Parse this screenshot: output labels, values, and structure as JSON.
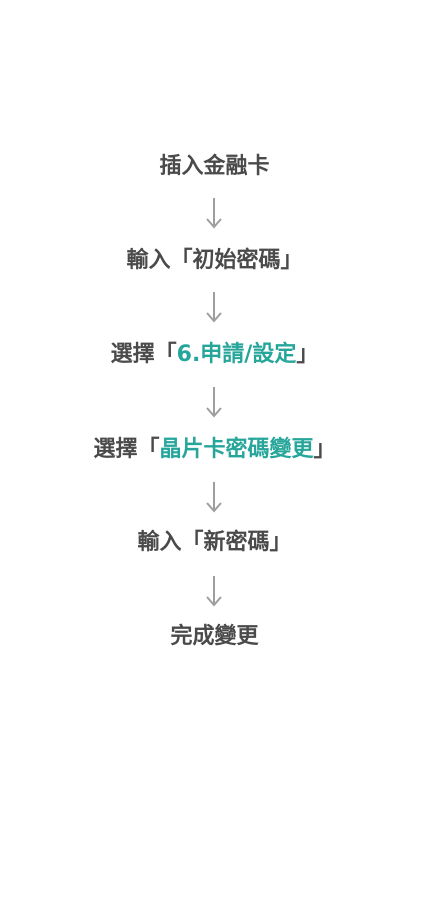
{
  "steps": [
    {
      "prefix": "插入金融卡",
      "highlight": "",
      "suffix": ""
    },
    {
      "prefix": "輸入「初始密碼」",
      "highlight": "",
      "suffix": ""
    },
    {
      "prefix": "選擇「",
      "highlight": "6.申請/設定",
      "suffix": "」"
    },
    {
      "prefix": "選擇「",
      "highlight": "晶片卡密碼變更",
      "suffix": "」"
    },
    {
      "prefix": "輸入「新密碼」",
      "highlight": "",
      "suffix": ""
    },
    {
      "prefix": "完成變更",
      "highlight": "",
      "suffix": ""
    }
  ],
  "colors": {
    "text": "#4a4a4a",
    "highlight": "#26a69a",
    "arrow": "#9e9e9e"
  }
}
